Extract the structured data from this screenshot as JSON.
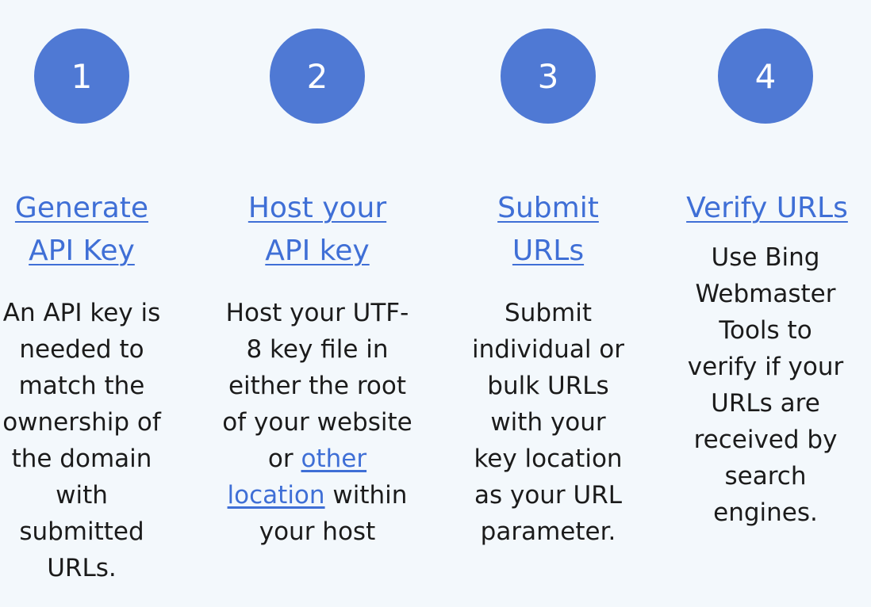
{
  "steps": [
    {
      "number": "1",
      "title": "Generate API Key",
      "description": "An API key is needed to match the ownership of the domain with submitted URLs."
    },
    {
      "number": "2",
      "title": "Host your API key",
      "description_before": "Host your UTF-8 key file in either the root of your website or ",
      "description_link": "other location",
      "description_after": " within your host"
    },
    {
      "number": "3",
      "title": "Submit URLs",
      "description": "Submit individual or bulk URLs with your key location as your URL parameter."
    },
    {
      "number": "4",
      "title": "Verify URLs",
      "description": "Use Bing Webmaster Tools to verify if your URLs are received by search engines."
    }
  ],
  "colors": {
    "background": "#f3f8fc",
    "accent": "#4f79d4",
    "link": "#3f6fd6",
    "text": "#1b1b1b"
  }
}
